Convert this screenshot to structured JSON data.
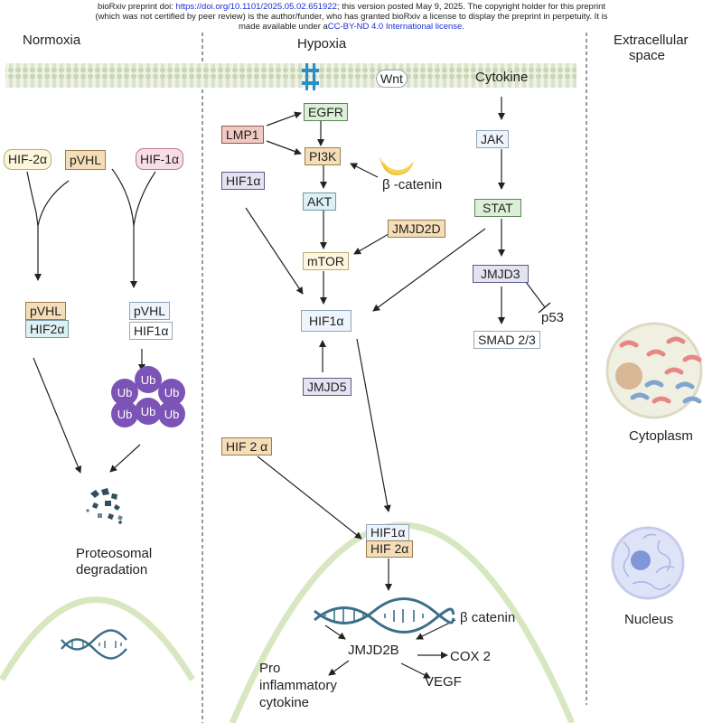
{
  "preprint_notice": {
    "line1_prefix": "bioRxiv preprint doi: ",
    "doi_link": "https://doi.org/10.1101/2025.05.02.651922",
    "line1_suffix": "; this version posted May 9, 2025. The copyright holder for this preprint",
    "line2": "(which was not certified by peer review) is the author/funder, who has granted bioRxiv a license to display the preprint in perpetuity. It is",
    "line3_prefix": "made available under a",
    "license_link": "CC-BY-ND 4.0 International license",
    "line3_suffix": "."
  },
  "sections": {
    "normoxia": "Normoxia",
    "hypoxia": "Hypoxia",
    "extracellular_line1": "Extracellular",
    "extracellular_line2": "space"
  },
  "normoxia_panel": {
    "hif2a": "HIF-2α",
    "pvhl": "pVHL",
    "hif1a": "HIF-1α",
    "complex_left_top": "pVHL",
    "complex_left_bottom": "HIF2α",
    "complex_right_top": "pVHL",
    "complex_right_bottom": "HIF1α",
    "ubiquitin": [
      "Ub",
      "Ub",
      "Ub",
      "Ub",
      "Ub",
      "Ub"
    ],
    "degradation_line1": "Proteosomal",
    "degradation_line2": "degradation"
  },
  "hypoxia_panel": {
    "wnt": "Wnt",
    "cytokine": "Cytokine",
    "egfr": "EGFR",
    "lmp1": "LMP1",
    "pi3k": "PI3K",
    "beta_catenin_top": "β -catenin",
    "hif1a_left": "HIF1α",
    "akt": "AKT",
    "jmjd2d": "JMJD2D",
    "mtor": "mTOR",
    "hif1a_center": "HIF1α",
    "jmjd5": "JMJD5",
    "hif2a_left": "HIF 2 α",
    "jak": "JAK",
    "stat": "STAT",
    "jmjd3": "JMJD3",
    "p53": "p53",
    "smad": "SMAD 2/3",
    "nuclear_hif1a": "HIF1α",
    "nuclear_hif2a": "HIF 2α",
    "beta_catenin_nucleus": "β catenin",
    "jmjd2b": "JMJD2B",
    "cox2": "COX 2",
    "vegf": "VEGF",
    "pro_line1": "Pro",
    "pro_line2": "inflammatory",
    "pro_line3": "cytokine"
  },
  "legend": {
    "cytoplasm": "Cytoplasm",
    "nucleus": "Nucleus"
  },
  "colors": {
    "membrane_fill": "#e3ecd6",
    "membrane_head": "#c9d7b4",
    "nucleus_arc": "#d7e8c1",
    "ubiquitin": "#7c54b6",
    "dna": "#3d6f89",
    "receptor": "#2a8fc4"
  }
}
